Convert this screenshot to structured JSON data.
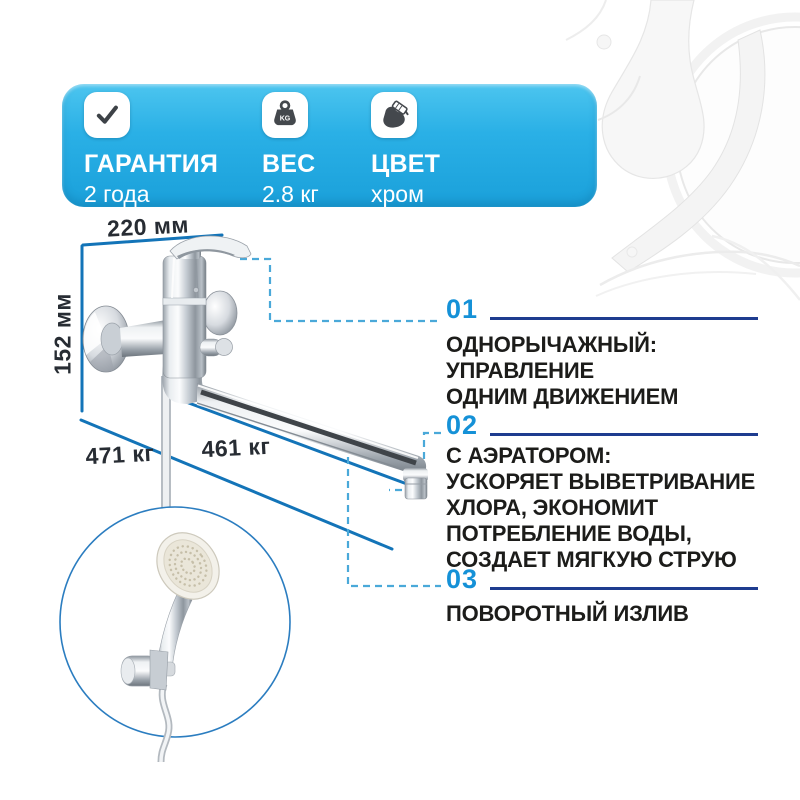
{
  "banner": {
    "items": [
      {
        "icon": "check-icon",
        "title": "ГАРАНТИЯ",
        "value": "2 года"
      },
      {
        "icon": "weight-icon",
        "title": "ВЕС",
        "value": "2.8 кг"
      },
      {
        "icon": "color-icon",
        "title": "ЦВЕТ",
        "value": "хром"
      }
    ],
    "weight_icon_label": "KG"
  },
  "dimensions": {
    "width_label": "220 мм",
    "height_label": "152 мм",
    "length_total_label": "471 кг",
    "length_spout_label": "461 кг"
  },
  "features": [
    {
      "number": "01",
      "lines": [
        "ОДНОРЫЧАЖНЫЙ:",
        "УПРАВЛЕНИЕ",
        "ОДНИМ ДВИЖЕНИЕМ"
      ]
    },
    {
      "number": "02",
      "lines": [
        "С АЭРАТОРОМ:",
        "УСКОРЯЕТ ВЫВЕТРИВАНИЕ",
        "ХЛОРА, ЭКОНОМИТ",
        "ПОТРЕБЛЕНИЕ ВОДЫ,",
        "СОЗДАЕТ МЯГКУЮ СТРУЮ"
      ]
    },
    {
      "number": "03",
      "lines": [
        "ПОВОРОТНЫЙ ИЗЛИВ"
      ]
    }
  ],
  "colors": {
    "banner_blue": "#29abe2",
    "number_blue": "#1591d7",
    "rule_navy": "#1e3c8f",
    "dimension_line_blue": "#1374b8",
    "dashed_connector_blue": "#4aa9d9",
    "text_dark": "#1c1c1a",
    "chrome_light": "#f5f6f7",
    "chrome_dark": "#8d949c"
  }
}
